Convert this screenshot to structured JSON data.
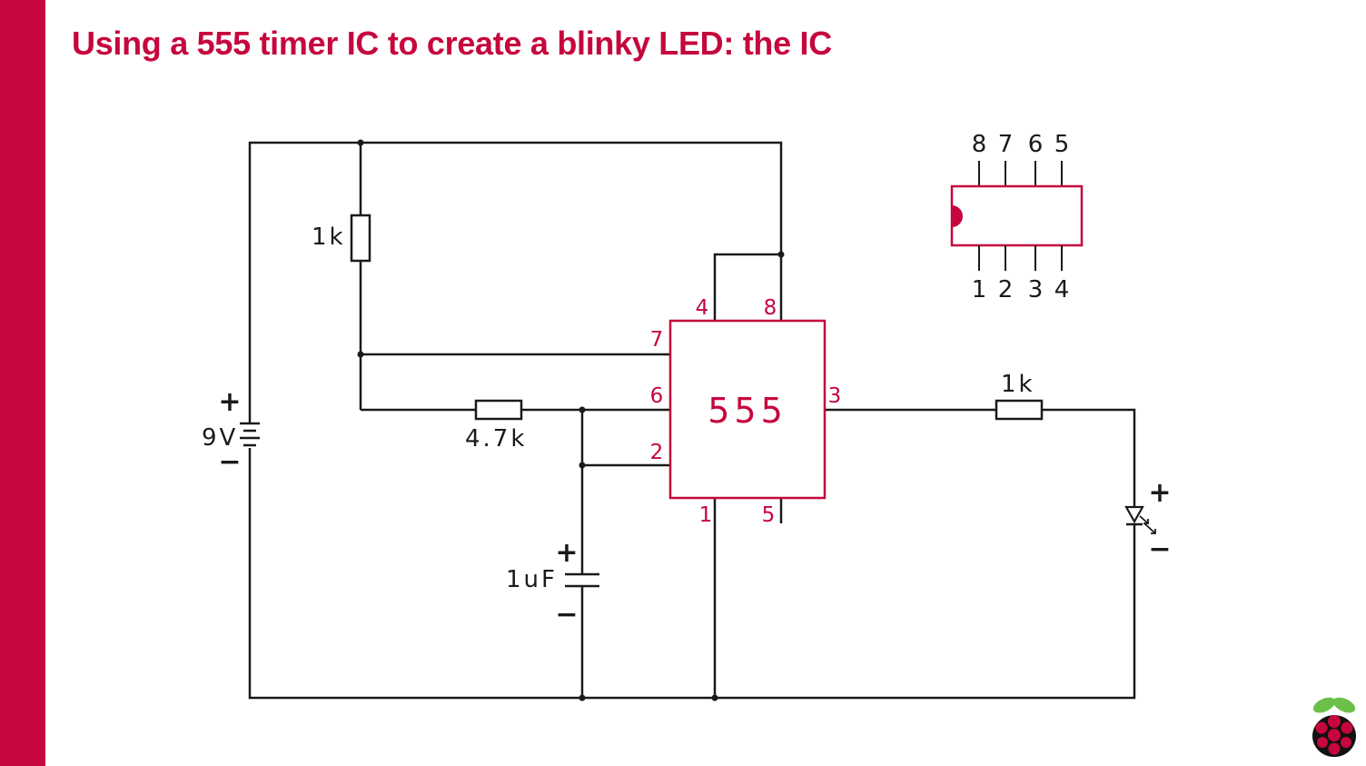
{
  "slide": {
    "title": "Using a 555 timer IC to create a blinky LED: the IC",
    "accent_color": "#c5073d",
    "logo_icon": "raspberry-pi-logo"
  },
  "circuit": {
    "battery": {
      "label": "9V",
      "plus": "+",
      "minus": "−"
    },
    "resistor_top": {
      "label": "1k"
    },
    "resistor_middle": {
      "label": "4.7k"
    },
    "capacitor": {
      "label": "1uF",
      "plus": "+",
      "minus": "−"
    },
    "resistor_output": {
      "label": "1k"
    },
    "led": {
      "plus": "+",
      "minus": "−"
    },
    "ic": {
      "name": "555",
      "pins": {
        "p1": "1",
        "p2": "2",
        "p3": "3",
        "p4": "4",
        "p5": "5",
        "p6": "6",
        "p7": "7",
        "p8": "8"
      }
    }
  },
  "package": {
    "top_pins": [
      "8",
      "7",
      "6",
      "5"
    ],
    "bottom_pins": [
      "1",
      "2",
      "3",
      "4"
    ]
  }
}
